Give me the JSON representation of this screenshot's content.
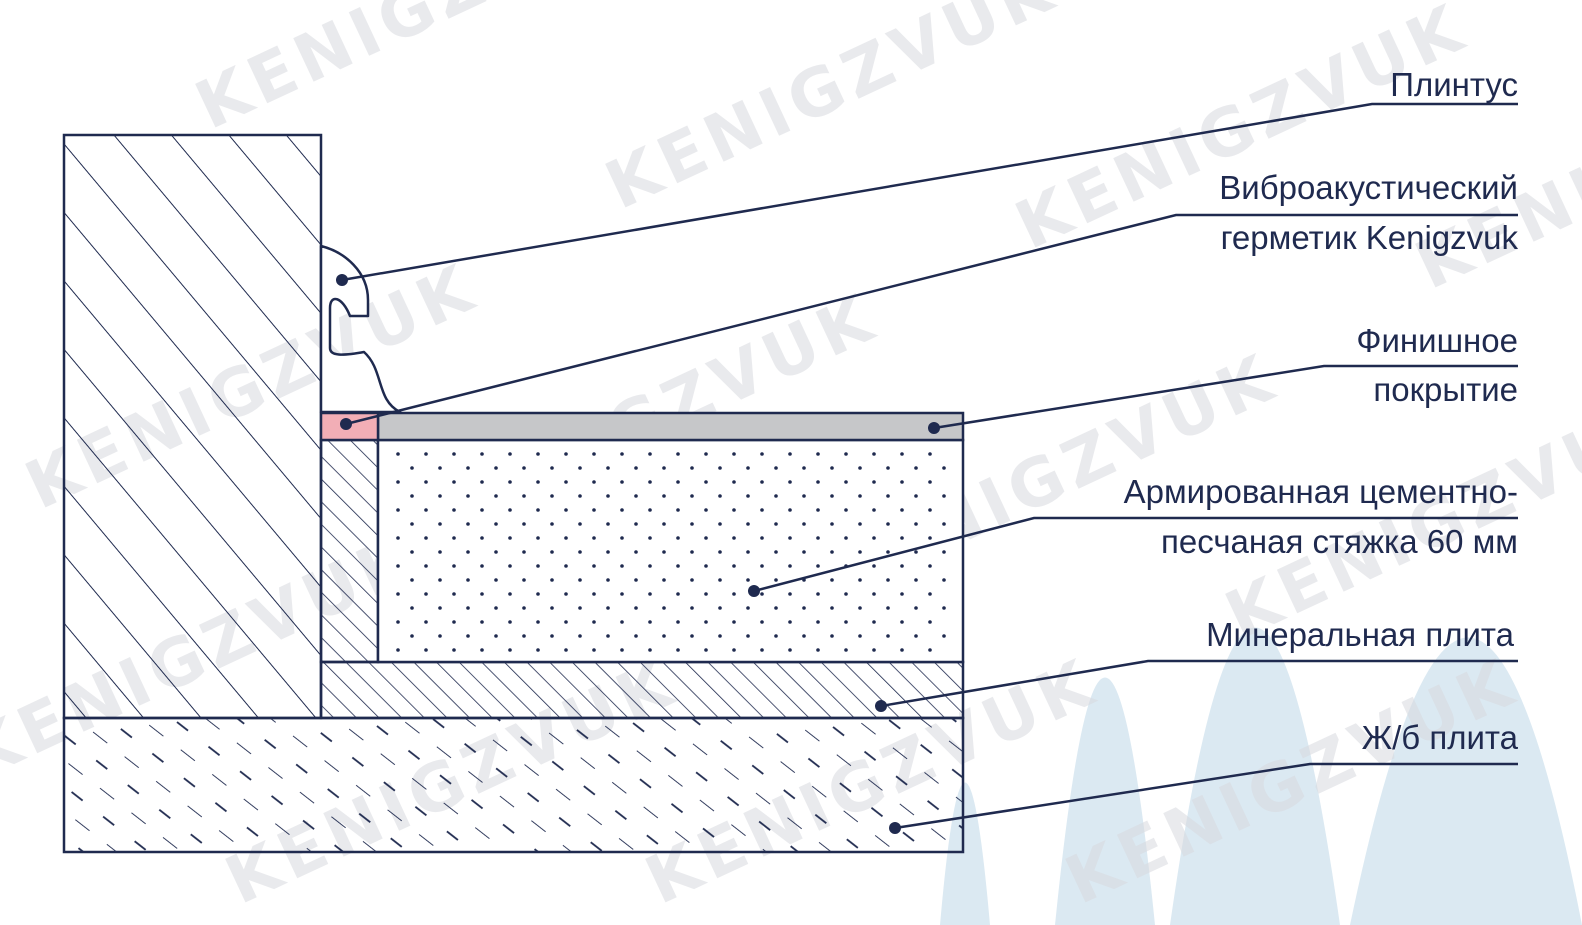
{
  "watermark": {
    "text": "KENIGZVUK"
  },
  "colors": {
    "ink": "#1f2a4f",
    "finish_fill": "#c6c7c9",
    "sealant_fill": "#f2aeb6",
    "wave_fill": "#dbe9f2",
    "watermark": "#d8dadf"
  },
  "labels": [
    {
      "id": "plinth",
      "lines": [
        "Плинтус"
      ]
    },
    {
      "id": "sealant",
      "lines": [
        "Виброакустический",
        "герметик Kenigzvuk"
      ]
    },
    {
      "id": "finish",
      "lines": [
        "Финишное",
        "покрытие"
      ]
    },
    {
      "id": "screed",
      "lines": [
        "Армированная цементно-",
        "песчаная стяжка 60 мм"
      ]
    },
    {
      "id": "mineral",
      "lines": [
        "Минеральная плита"
      ]
    },
    {
      "id": "slab",
      "lines": [
        "Ж/б плита"
      ]
    }
  ]
}
